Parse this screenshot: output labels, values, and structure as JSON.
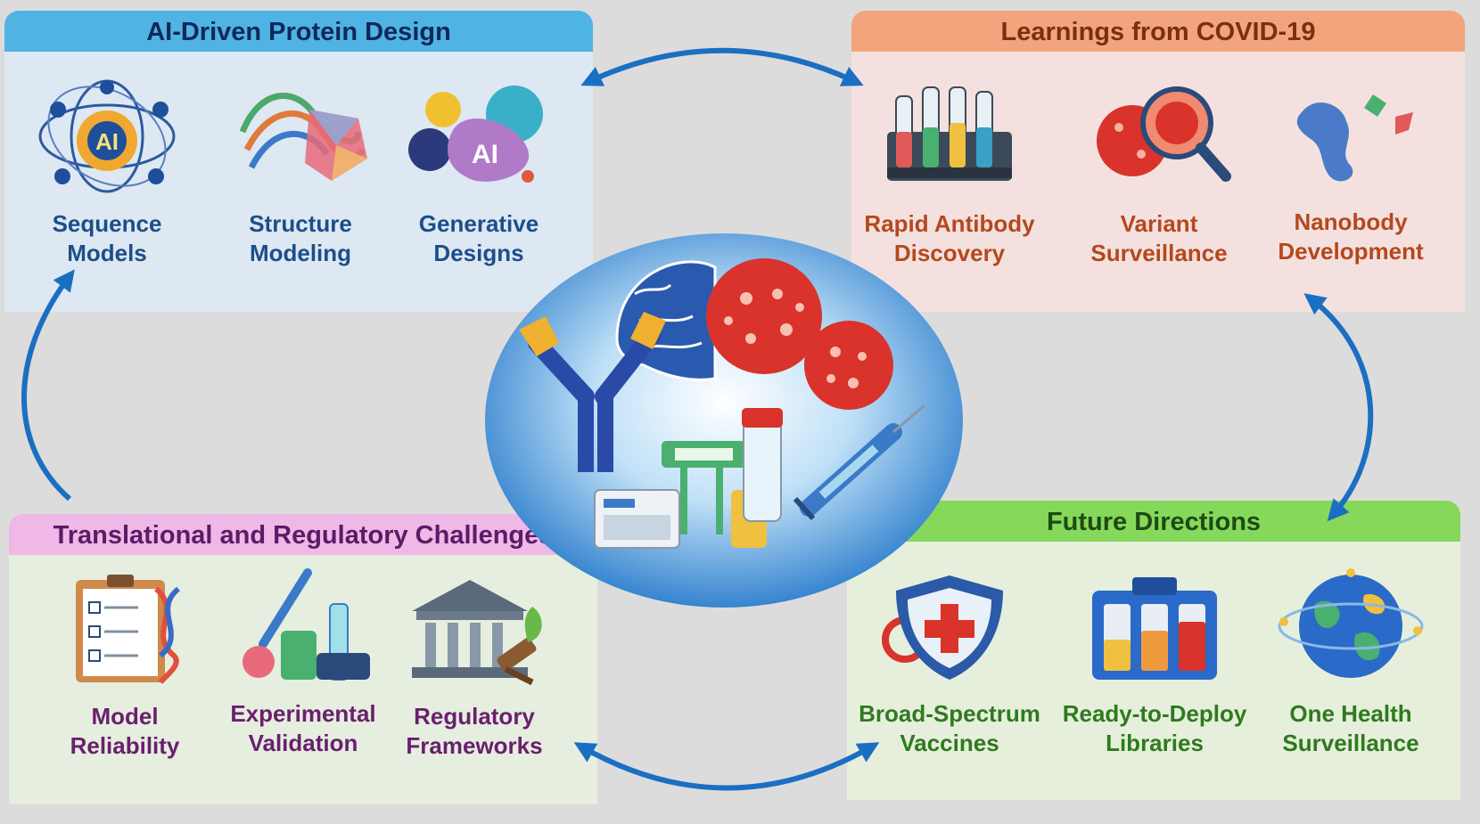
{
  "panels": {
    "ai": {
      "title": "AI-Driven Protein Design",
      "items": [
        {
          "label": "Sequence\nModels",
          "icon": "ai-network-icon"
        },
        {
          "label": "Structure\nModeling",
          "icon": "protein-structure-icon"
        },
        {
          "label": "Generative\nDesigns",
          "icon": "generative-virus-icon"
        }
      ]
    },
    "covid": {
      "title": "Learnings from COVID-19",
      "items": [
        {
          "label": "Rapid Antibody\nDiscovery",
          "icon": "test-tube-rack-icon"
        },
        {
          "label": "Variant\nSurveillance",
          "icon": "virus-magnifier-icon"
        },
        {
          "label": "Nanobody\nDevelopment",
          "icon": "nanobody-icon"
        }
      ]
    },
    "trans": {
      "title": "Translational and Regulatory Challenges",
      "items": [
        {
          "label": "Model\nReliability",
          "icon": "checklist-dna-icon"
        },
        {
          "label": "Experimental\nValidation",
          "icon": "lab-pipette-icon"
        },
        {
          "label": "Regulatory\nFrameworks",
          "icon": "courthouse-gavel-icon"
        }
      ]
    },
    "future": {
      "title": "Future Directions",
      "items": [
        {
          "label": "Broad-Spectrum\nVaccines",
          "icon": "shield-cross-icon"
        },
        {
          "label": "Ready-to-Deploy\nLibraries",
          "icon": "vials-library-icon"
        },
        {
          "label": "One Health\nSurveillance",
          "icon": "globe-network-icon"
        }
      ]
    }
  },
  "center": {
    "icon": "antibody-brain-virus-icon"
  },
  "colors": {
    "arrow": "#1b6fc2",
    "virus": "#d9332b",
    "center_blue": "#1e74c8"
  }
}
